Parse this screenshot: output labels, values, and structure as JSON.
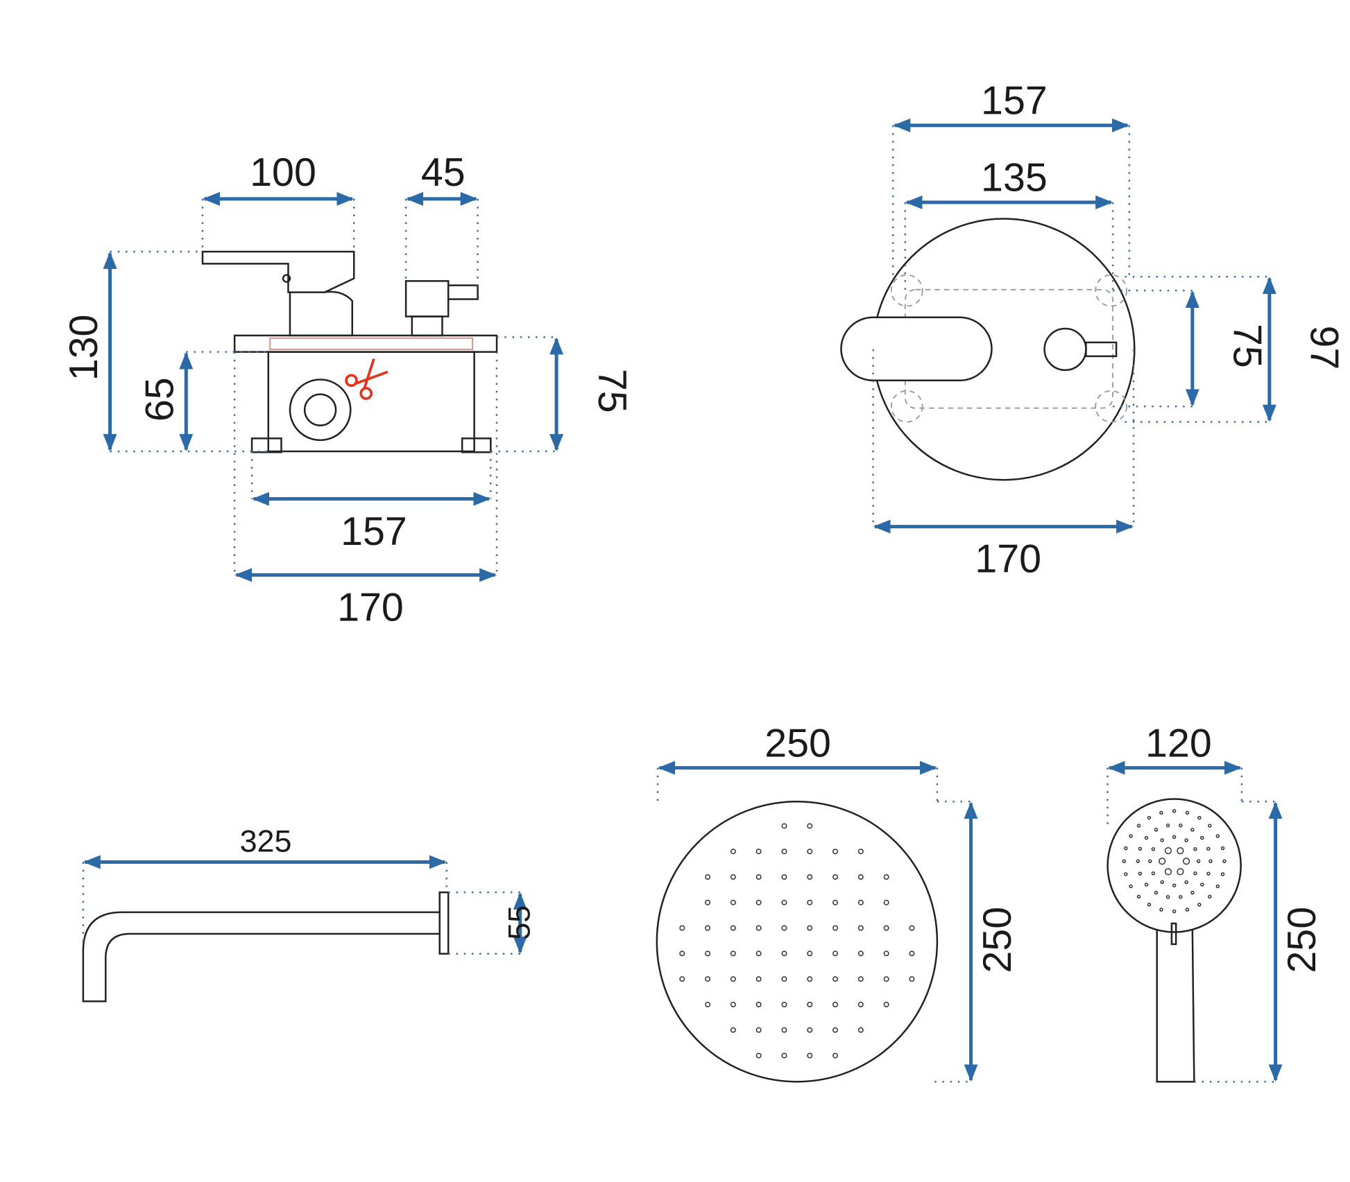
{
  "title": "Shower set technical drawing (dimensions in mm)",
  "colors": {
    "dimension_arrow": "#2b6aa6",
    "outline": "#222222",
    "scissors": "#e0361f"
  },
  "mixer_side": {
    "handle_width": "100",
    "diverter_width": "45",
    "total_height": "130",
    "box_depth": "65",
    "plate_height": "75",
    "box_width": "157",
    "plate_width": "170"
  },
  "mixer_front": {
    "plate_outer": "157",
    "plate_inner": "135",
    "inner_height": "75",
    "outer_height": "97",
    "diameter": "170"
  },
  "spout": {
    "length": "325",
    "flange": "55"
  },
  "rain_shower": {
    "width": "250",
    "height": "250"
  },
  "hand_shower": {
    "width": "120",
    "length": "250"
  }
}
